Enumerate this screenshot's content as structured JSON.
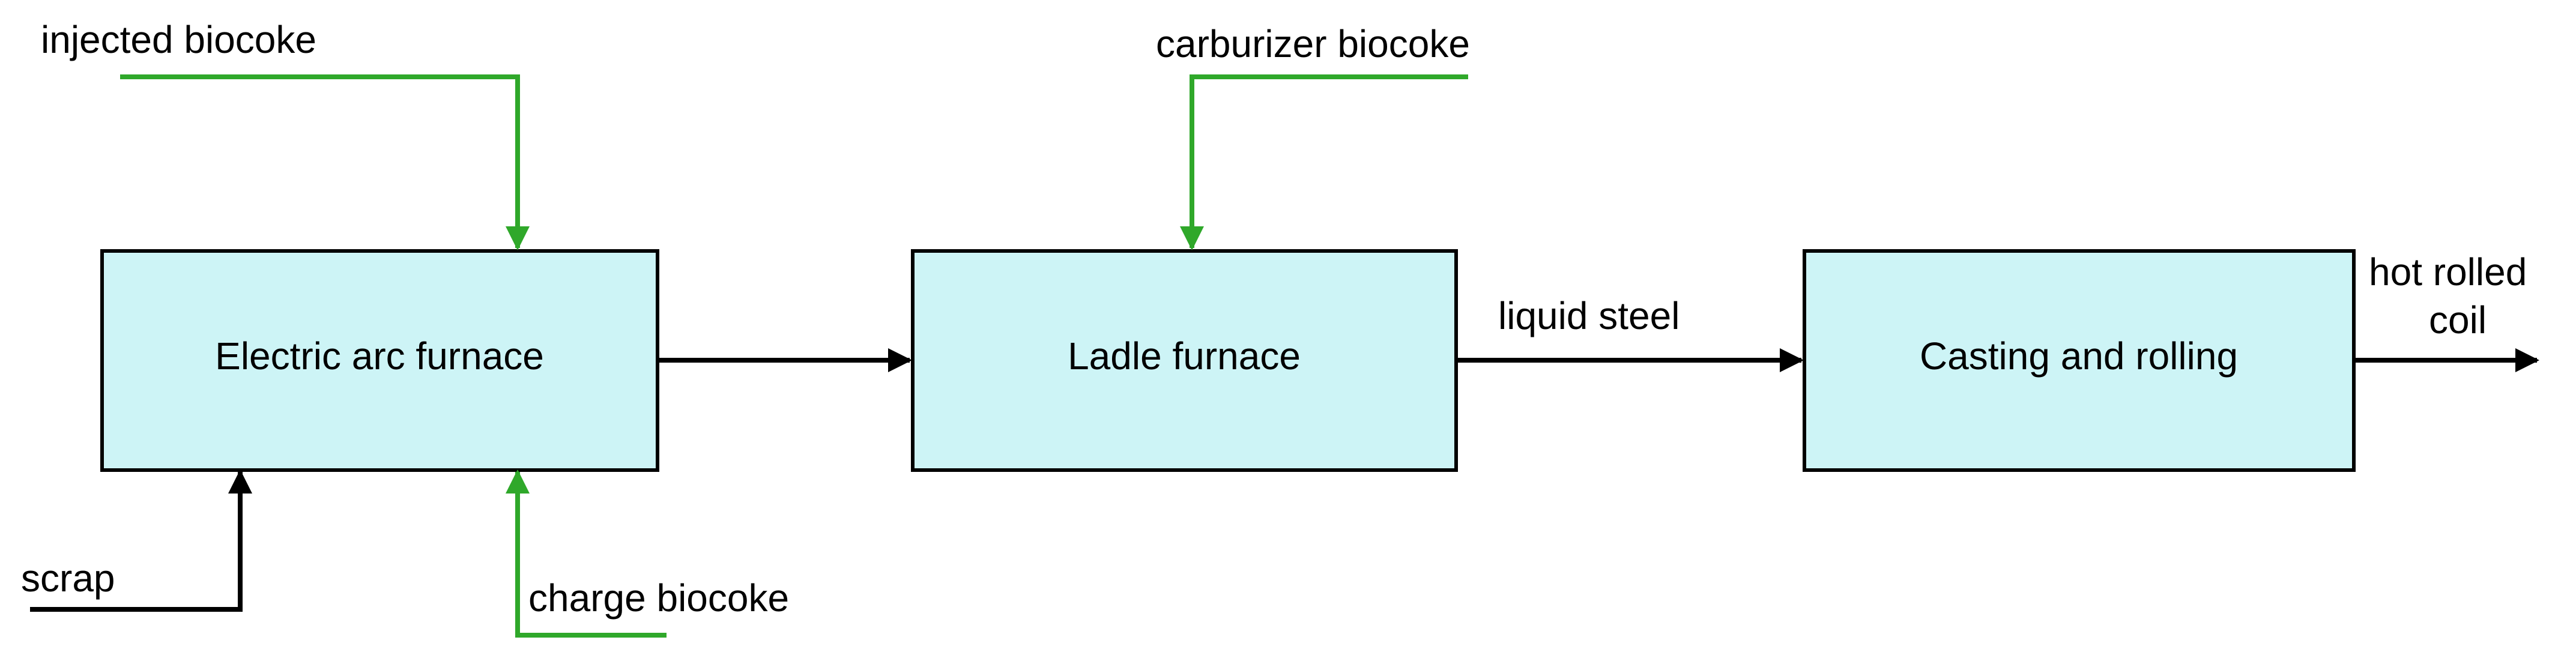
{
  "nodes": {
    "eaf": {
      "label": "Electric arc furnace"
    },
    "ladle": {
      "label": "Ladle furnace"
    },
    "casting": {
      "label": "Casting and rolling"
    }
  },
  "inputs": {
    "injected_biocoke": "injected biocoke",
    "carburizer_biocoke": "carburizer biocoke",
    "charge_biocoke": "charge biocoke",
    "scrap": "scrap"
  },
  "edges": {
    "liquid_steel": "liquid steel",
    "hot_rolled_coil_line1": "hot rolled",
    "hot_rolled_coil_line2": "coil"
  },
  "colors": {
    "box_fill": "#cdf4f6",
    "biocoke_line": "#2fa82a",
    "main_line": "#000000"
  }
}
